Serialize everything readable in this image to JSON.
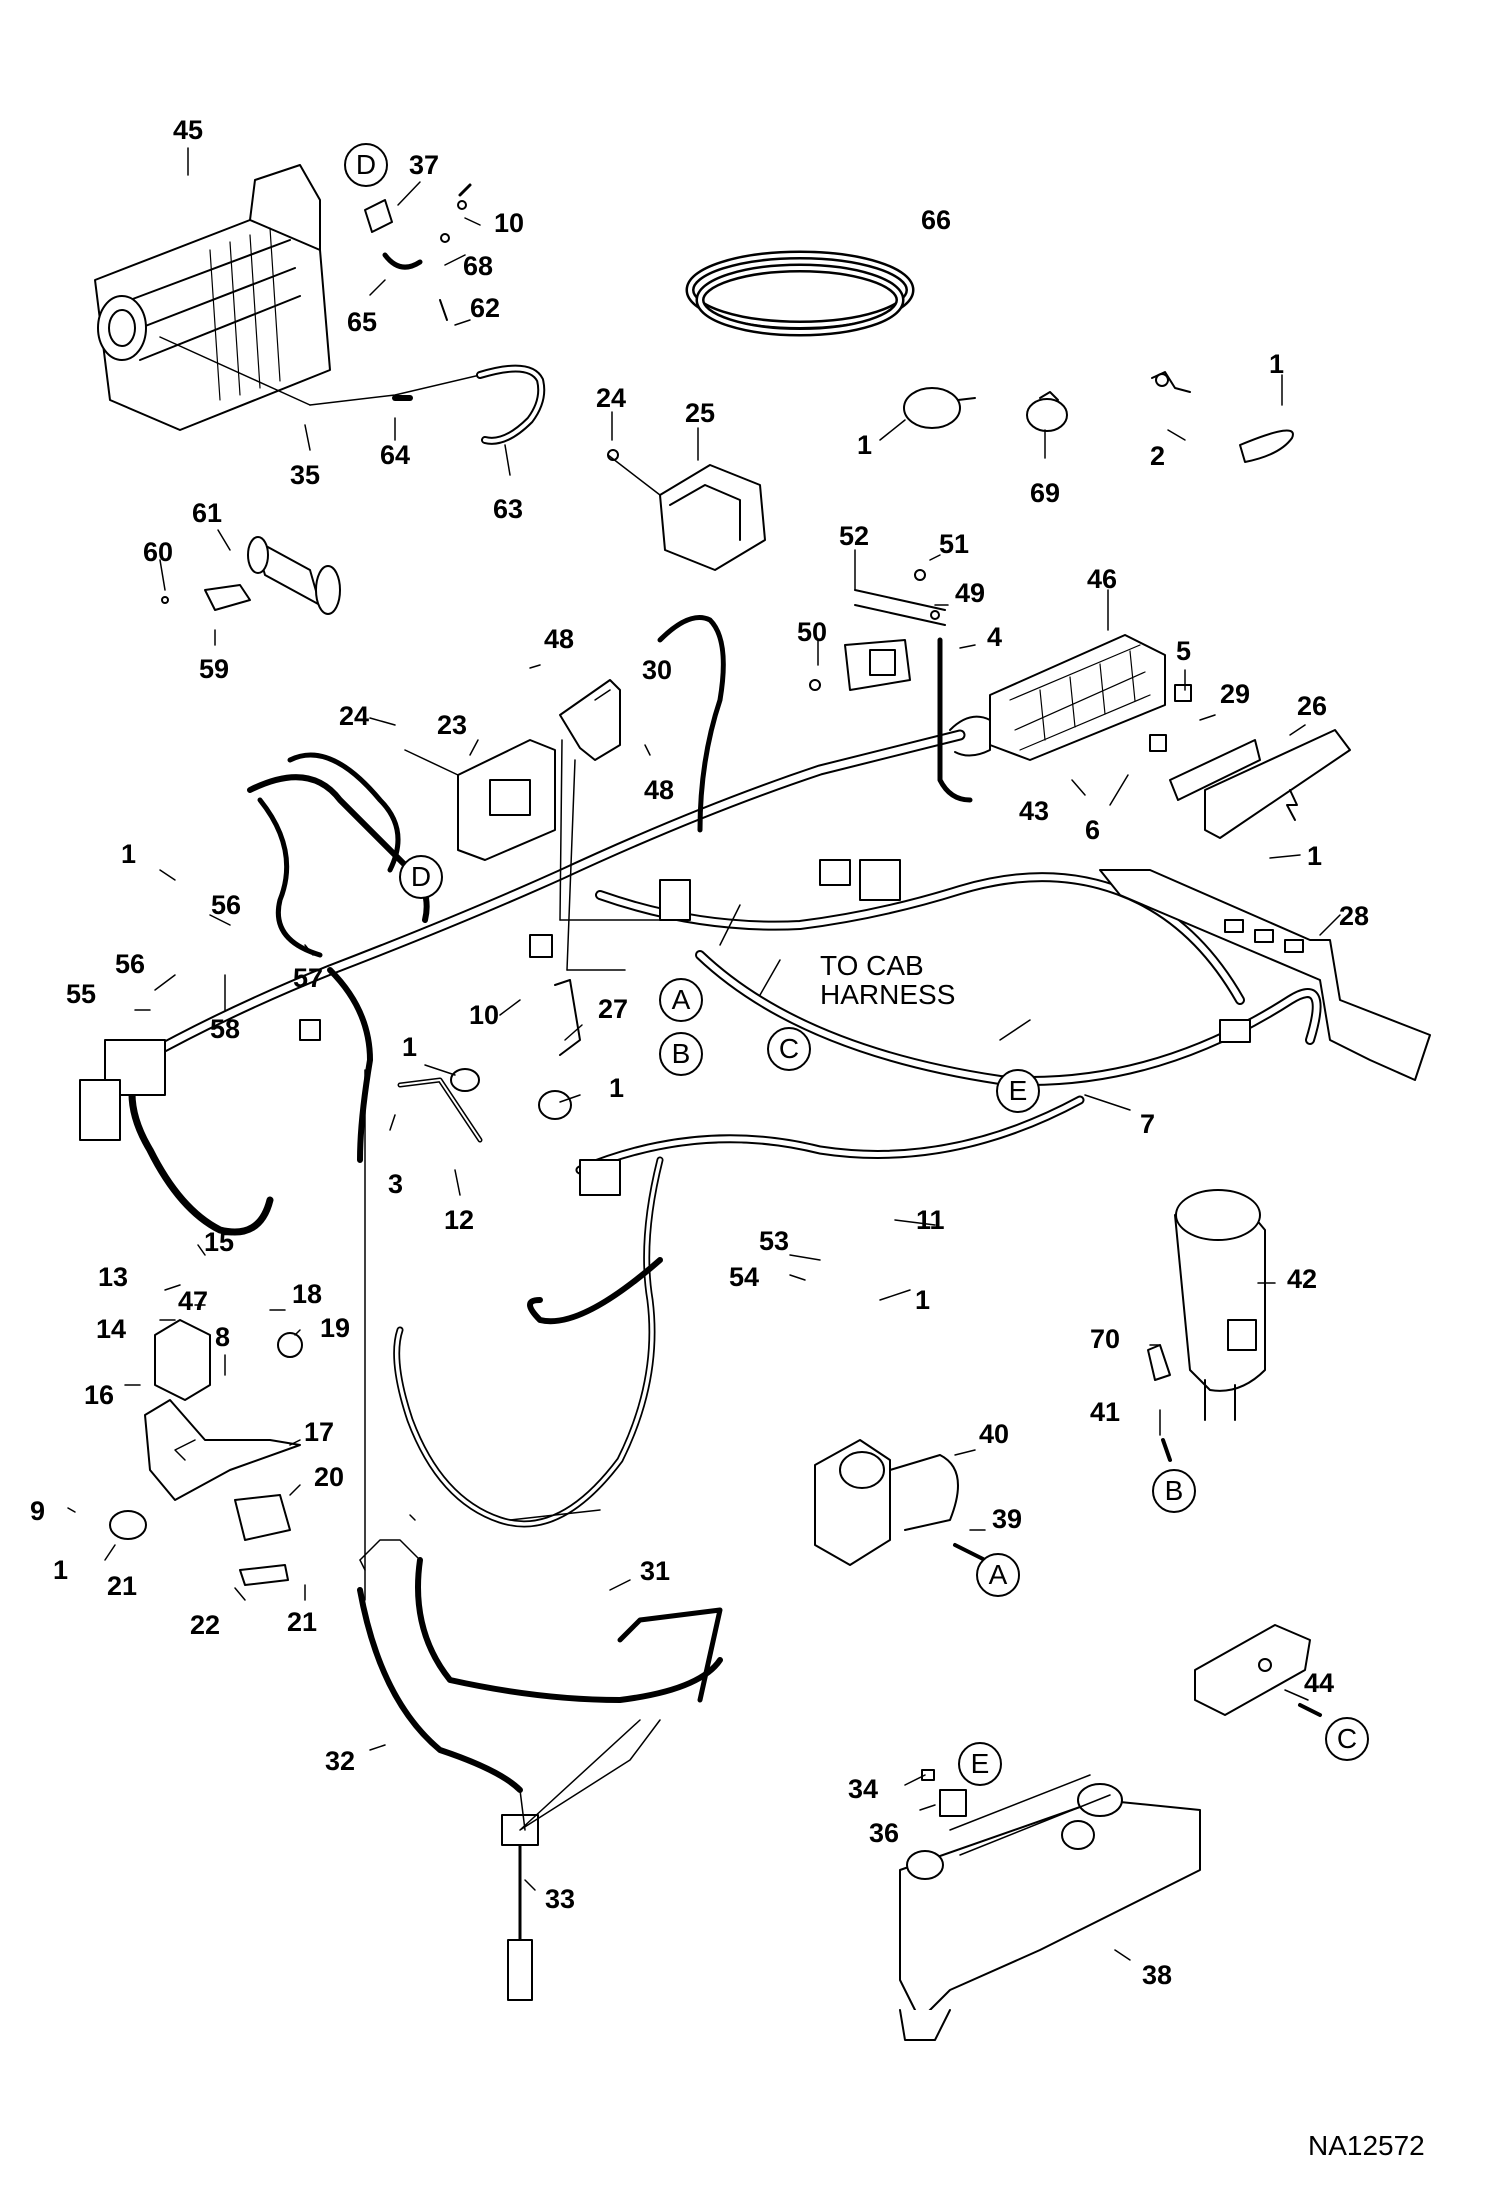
{
  "figure_id": "NA12572",
  "harness_note": [
    "TO CAB",
    "HARNESS"
  ],
  "callouts": {
    "n45": "45",
    "n37": "37",
    "n10a": "10",
    "n68": "68",
    "n66": "66",
    "n65": "65",
    "n62": "62",
    "n1a": "1",
    "n35": "35",
    "n64": "64",
    "n63": "63",
    "n24a": "24",
    "n25": "25",
    "n1b": "1",
    "n69": "69",
    "n2": "2",
    "n61": "61",
    "n60": "60",
    "n59": "59",
    "n52": "52",
    "n51": "51",
    "n49": "49",
    "n50": "50",
    "n46": "46",
    "n48a": "48",
    "n30": "30",
    "n4": "4",
    "n5": "5",
    "n29": "29",
    "n26": "26",
    "n24b": "24",
    "n23": "23",
    "n48b": "48",
    "n43": "43",
    "n6": "6",
    "n1c": "1",
    "n1d": "1",
    "n56a": "56",
    "n28": "28",
    "n56b": "56",
    "n57": "57",
    "n55": "55",
    "n58": "58",
    "n10b": "10",
    "n27": "27",
    "n1e": "1",
    "n1f": "1",
    "n7": "7",
    "n3": "3",
    "n12": "12",
    "n11": "11",
    "n53": "53",
    "n54": "54",
    "n1g": "1",
    "n42": "42",
    "n15": "15",
    "n13": "13",
    "n47": "47",
    "n14": "14",
    "n18": "18",
    "n8": "8",
    "n19": "19",
    "n16": "16",
    "n70": "70",
    "n41": "41",
    "n17": "17",
    "n9": "9",
    "n20": "20",
    "n40": "40",
    "n39": "39",
    "n1h": "1",
    "n21a": "21",
    "n22": "22",
    "n21b": "21",
    "n31": "31",
    "n44": "44",
    "n32": "32",
    "n34": "34",
    "n36": "36",
    "n33": "33",
    "n38": "38"
  },
  "refs": {
    "rD1": "D",
    "rD2": "D",
    "rA1": "A",
    "rB1": "B",
    "rC1": "C",
    "rE1": "E",
    "rB2": "B",
    "rA2": "A",
    "rC2": "C",
    "rE2": "E"
  }
}
